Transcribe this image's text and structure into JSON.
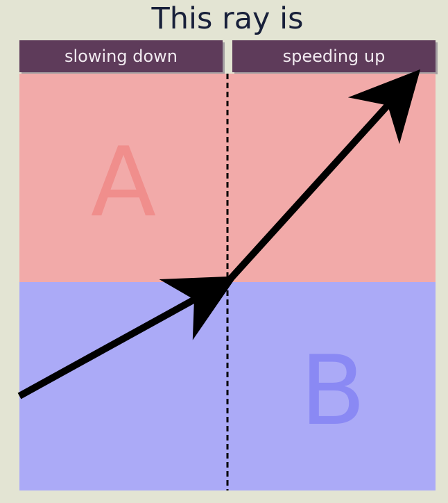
{
  "title": "This ray is",
  "options": {
    "slowing_down": "slowing down",
    "speeding_up": "speeding up"
  },
  "media": {
    "top_label": "A",
    "bottom_label": "B"
  },
  "colors": {
    "background": "#e3e4d3",
    "title": "#18203a",
    "button_bg": "#5e3b5a",
    "button_text": "#f1eaf0",
    "medium_a": "#f2aaa9",
    "medium_a_label": "#f08e8c",
    "medium_b": "#abaaf7",
    "medium_b_label": "#8a89f4",
    "ray": "#000000"
  },
  "icons": {
    "incident_ray": "arrow-right-up-icon",
    "refracted_ray": "arrow-right-up-icon"
  }
}
